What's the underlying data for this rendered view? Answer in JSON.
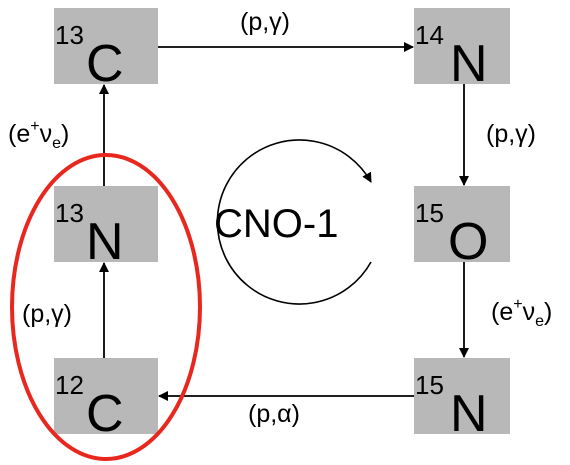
{
  "nuclei": {
    "c13": {
      "mass": "13",
      "symbol": "C"
    },
    "n14": {
      "mass": "14",
      "symbol": "N"
    },
    "o15": {
      "mass": "15",
      "symbol": "O"
    },
    "n15": {
      "mass": "15",
      "symbol": "N"
    },
    "c12": {
      "mass": "12",
      "symbol": "C"
    },
    "n13": {
      "mass": "13",
      "symbol": "N"
    }
  },
  "reactions": {
    "top": "(p,γ)",
    "right_upper": "(p,γ)",
    "right_lower": {
      "open": "(e",
      "sup": "+",
      "nu": "ν",
      "sub": "e",
      "close": ")"
    },
    "bottom": "(p,α)",
    "left_lower": "(p,γ)",
    "left_upper": {
      "open": "(e",
      "sup": "+",
      "nu": "ν",
      "sub": "e",
      "close": ")"
    }
  },
  "cycle": {
    "label": "CNO-1"
  },
  "colors": {
    "box": "#b8b8b8",
    "highlight": "#e8281e",
    "ink": "#000000"
  }
}
